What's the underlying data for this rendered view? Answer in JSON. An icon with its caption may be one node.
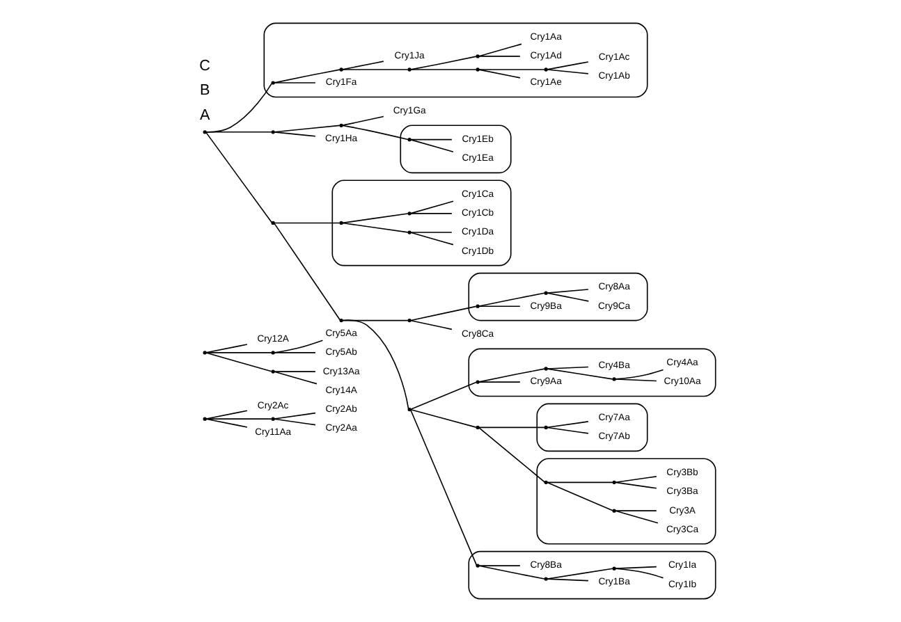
{
  "diagram": {
    "nodes": [
      {
        "text": [
          "Cry2Ac"
        ]
      },
      {
        "text": [],
        "shape": "point"
      },
      {
        "text": [
          "Cry2Ab"
        ]
      },
      {
        "text": [],
        "shape": "point"
      },
      {
        "text": [
          "Cry2Aa"
        ]
      },
      {
        "text": [
          "Cry11Aa"
        ]
      },
      {
        "text": [
          "Cry12A"
        ]
      },
      {
        "text": [],
        "shape": "point"
      },
      {
        "text": [
          "Cry13Aa"
        ]
      },
      {
        "text": [
          "Cry5Aa"
        ]
      },
      {
        "text": [],
        "shape": "point"
      },
      {
        "text": [],
        "shape": "point"
      },
      {
        "text": [
          "Cry14A"
        ]
      },
      {
        "text": [
          "Cry5Ab"
        ]
      },
      {
        "text": [],
        "shape": "oval"
      },
      {
        "text": [
          "Cry1Ab"
        ],
        "in": 14
      },
      {
        "text": [
          "Cry1Ac"
        ],
        "in": 14
      },
      {
        "text": [
          "Cry1Ae"
        ],
        "in": 14
      },
      {
        "text": [
          "Cry1Ad"
        ],
        "in": 14
      },
      {
        "text": [
          "Cry1Aa"
        ],
        "in": 14
      },
      {
        "text": [],
        "shape": "point",
        "in": 14
      },
      {
        "text": [],
        "shape": "point",
        "in": 14
      },
      {
        "text": [],
        "shape": "point",
        "in": 14
      },
      {
        "text": [],
        "shape": "point",
        "in": 14
      },
      {
        "text": [
          "Cry1Ja"
        ],
        "in": 14
      },
      {
        "text": [
          "Cry1Fa"
        ],
        "in": 14
      },
      {
        "text": [],
        "shape": "point",
        "in": 14
      },
      {
        "text": [],
        "shape": "point",
        "in": 14
      },
      {
        "text": [
          "Cry1Ha"
        ]
      },
      {
        "text": [
          "Cry1Ga"
        ]
      },
      {
        "text": [],
        "shape": "oval"
      },
      {
        "text": [
          "Cry1Ea"
        ],
        "in": 30
      },
      {
        "text": [
          "Cry1Eb"
        ],
        "in": 30
      },
      {
        "text": [],
        "shape": "point",
        "in": 30
      },
      {
        "text": [],
        "shape": "point"
      },
      {
        "text": [],
        "shape": "point"
      },
      {
        "text": [],
        "shape": "point"
      },
      {
        "text": [],
        "shape": "oval"
      },
      {
        "text": [
          "Cry1Db"
        ],
        "in": 37
      },
      {
        "text": [
          "Cry1Da"
        ],
        "in": 37
      },
      {
        "text": [],
        "shape": "point",
        "in": 37
      },
      {
        "text": [],
        "shape": "point",
        "in": 37
      },
      {
        "text": [],
        "shape": "point",
        "in": 37
      },
      {
        "text": [
          "Cry1Cb"
        ],
        "in": 37
      },
      {
        "text": [
          "Cry1Ca"
        ],
        "in": 37
      },
      {
        "text": [],
        "shape": "point"
      },
      {
        "text": [],
        "shape": "oval"
      },
      {
        "text": [
          "Cry9Ca"
        ],
        "in": 46
      },
      {
        "text": [
          "Cry8Aa"
        ],
        "in": 46
      },
      {
        "text": [
          "Cry9Ba"
        ],
        "in": 46
      },
      {
        "text": [],
        "shape": "point",
        "in": 46
      },
      {
        "text": [],
        "shape": "point",
        "in": 46
      },
      {
        "text": [
          "Cry8Ca"
        ]
      },
      {
        "text": [],
        "shape": "point"
      },
      {
        "text": [],
        "shape": "point"
      },
      {
        "text": [],
        "shape": "oval"
      },
      {
        "text": [
          "Cry1Ba"
        ],
        "in": 55
      },
      {
        "text": [
          "Cry1Ib"
        ],
        "in": 55
      },
      {
        "text": [
          "Cry1Ia"
        ],
        "in": 55
      },
      {
        "text": [],
        "shape": "point",
        "in": 55
      },
      {
        "text": [],
        "shape": "point",
        "in": 55
      },
      {
        "text": [
          "Cry8Ba"
        ],
        "in": 55
      },
      {
        "text": [],
        "shape": "point",
        "in": 55
      },
      {
        "text": [],
        "shape": "point"
      },
      {
        "text": [],
        "shape": "oval"
      },
      {
        "text": [
          "Cry9Aa"
        ],
        "in": 64
      },
      {
        "text": [],
        "shape": "point",
        "in": 64
      },
      {
        "text": [],
        "shape": "point",
        "in": 64
      },
      {
        "text": [],
        "shape": "point",
        "in": 64
      },
      {
        "text": [
          "Cry10Aa"
        ],
        "in": 64
      },
      {
        "text": [
          "Cry4Aa"
        ],
        "in": 64
      },
      {
        "text": [
          "Cry4Ba"
        ],
        "in": 64
      },
      {
        "text": [],
        "shape": "point"
      },
      {
        "text": [],
        "shape": "oval"
      },
      {
        "text": [],
        "shape": "point",
        "in": 73
      },
      {
        "text": [
          "Cry7Ab"
        ],
        "in": 73
      },
      {
        "text": [
          "Cry7Aa"
        ],
        "in": 73
      },
      {
        "text": [],
        "shape": "oval"
      },
      {
        "text": [],
        "shape": "point",
        "in": 77
      },
      {
        "text": [],
        "shape": "point",
        "in": 77
      },
      {
        "text": [],
        "shape": "point",
        "in": 77
      },
      {
        "text": [
          "Cry3Ca"
        ],
        "in": 77
      },
      {
        "text": [
          "Cry3A"
        ],
        "in": 77
      },
      {
        "text": [
          "Cry3Ba"
        ],
        "in": 77
      },
      {
        "text": [
          "Cry3Bb"
        ],
        "in": 77
      }
    ],
    "edges": [
      {
        "from": 1,
        "to": 0,
        "arrow": "none"
      },
      {
        "from": 1,
        "to": 3,
        "arrow": "none"
      },
      {
        "from": 3,
        "to": 2,
        "arrow": "none"
      },
      {
        "from": 3,
        "to": 4,
        "arrow": "none"
      },
      {
        "from": 1,
        "to": 5,
        "arrow": "none"
      },
      {
        "from": 7,
        "to": 6,
        "arrow": "none"
      },
      {
        "from": 7,
        "to": 10,
        "arrow": "none"
      },
      {
        "from": 10,
        "to": 9,
        "arrow": "none"
      },
      {
        "from": 10,
        "to": 13,
        "arrow": "none"
      },
      {
        "from": 7,
        "to": 11,
        "arrow": "none"
      },
      {
        "from": 11,
        "to": 8,
        "arrow": "none"
      },
      {
        "from": 11,
        "to": 12,
        "arrow": "none"
      },
      {
        "from": 34,
        "to": 27,
        "arrow": "none"
      },
      {
        "from": 27,
        "to": 25,
        "arrow": "none"
      },
      {
        "from": 27,
        "to": 26,
        "arrow": "none"
      },
      {
        "from": 26,
        "to": 24,
        "arrow": "none"
      },
      {
        "from": 26,
        "to": 23,
        "arrow": "none"
      },
      {
        "from": 23,
        "to": 21,
        "arrow": "none"
      },
      {
        "from": 23,
        "to": 22,
        "arrow": "none"
      },
      {
        "from": 22,
        "to": 18,
        "arrow": "none"
      },
      {
        "from": 22,
        "to": 19,
        "arrow": "none"
      },
      {
        "from": 21,
        "to": 17,
        "arrow": "none"
      },
      {
        "from": 21,
        "to": 20,
        "arrow": "none"
      },
      {
        "from": 20,
        "to": 15,
        "arrow": "none"
      },
      {
        "from": 20,
        "to": 16,
        "arrow": "none"
      },
      {
        "from": 34,
        "to": 35,
        "arrow": "none"
      },
      {
        "from": 35,
        "to": 28,
        "arrow": "none"
      },
      {
        "from": 35,
        "to": 36,
        "arrow": "none"
      },
      {
        "from": 36,
        "to": 29,
        "arrow": "none"
      },
      {
        "from": 36,
        "to": 33,
        "arrow": "none"
      },
      {
        "from": 33,
        "to": 31,
        "arrow": "none"
      },
      {
        "from": 33,
        "to": 32,
        "arrow": "none"
      },
      {
        "from": 34,
        "to": 45,
        "arrow": "none"
      },
      {
        "from": 45,
        "to": 41,
        "arrow": "none"
      },
      {
        "from": 41,
        "to": 40,
        "arrow": "none"
      },
      {
        "from": 40,
        "to": 38,
        "arrow": "none"
      },
      {
        "from": 40,
        "to": 39,
        "arrow": "none"
      },
      {
        "from": 41,
        "to": 42,
        "arrow": "none"
      },
      {
        "from": 42,
        "to": 43,
        "arrow": "none"
      },
      {
        "from": 42,
        "to": 44,
        "arrow": "none"
      },
      {
        "from": 45,
        "to": 54,
        "arrow": "none"
      },
      {
        "from": 54,
        "to": 53,
        "arrow": "none"
      },
      {
        "from": 53,
        "to": 52,
        "arrow": "none"
      },
      {
        "from": 53,
        "to": 51,
        "arrow": "none"
      },
      {
        "from": 51,
        "to": 49,
        "arrow": "none"
      },
      {
        "from": 51,
        "to": 50,
        "arrow": "none"
      },
      {
        "from": 50,
        "to": 47,
        "arrow": "none"
      },
      {
        "from": 50,
        "to": 48,
        "arrow": "none"
      },
      {
        "from": 54,
        "to": 63,
        "arrow": "none"
      },
      {
        "from": 63,
        "to": 62,
        "arrow": "none"
      },
      {
        "from": 62,
        "to": 61,
        "arrow": "none"
      },
      {
        "from": 62,
        "to": 60,
        "arrow": "none"
      },
      {
        "from": 60,
        "to": 56,
        "arrow": "none"
      },
      {
        "from": 60,
        "to": 59,
        "arrow": "none"
      },
      {
        "from": 59,
        "to": 57,
        "arrow": "none"
      },
      {
        "from": 59,
        "to": 58,
        "arrow": "none"
      },
      {
        "from": 63,
        "to": 66,
        "arrow": "none"
      },
      {
        "from": 66,
        "to": 65,
        "arrow": "none"
      },
      {
        "from": 66,
        "to": 67,
        "arrow": "none"
      },
      {
        "from": 67,
        "to": 71,
        "arrow": "none"
      },
      {
        "from": 67,
        "to": 68,
        "arrow": "none"
      },
      {
        "from": 68,
        "to": 69,
        "arrow": "none"
      },
      {
        "from": 68,
        "to": 70,
        "arrow": "none"
      },
      {
        "from": 63,
        "to": 72,
        "arrow": "none"
      },
      {
        "from": 72,
        "to": 74,
        "arrow": "none"
      },
      {
        "from": 74,
        "to": 75,
        "arrow": "none"
      },
      {
        "from": 74,
        "to": 76,
        "arrow": "none"
      },
      {
        "from": 72,
        "to": 78,
        "arrow": "none"
      },
      {
        "from": 78,
        "to": 79,
        "arrow": "none"
      },
      {
        "from": 78,
        "to": 80,
        "arrow": "none"
      },
      {
        "from": 79,
        "to": 81,
        "arrow": "none"
      },
      {
        "from": 79,
        "to": 82,
        "arrow": "none"
      },
      {
        "from": 80,
        "to": 83,
        "arrow": "none"
      },
      {
        "from": 80,
        "to": 84,
        "arrow": "none"
      }
    ],
    "labels": [
      "A",
      "B",
      "C"
    ]
  }
}
